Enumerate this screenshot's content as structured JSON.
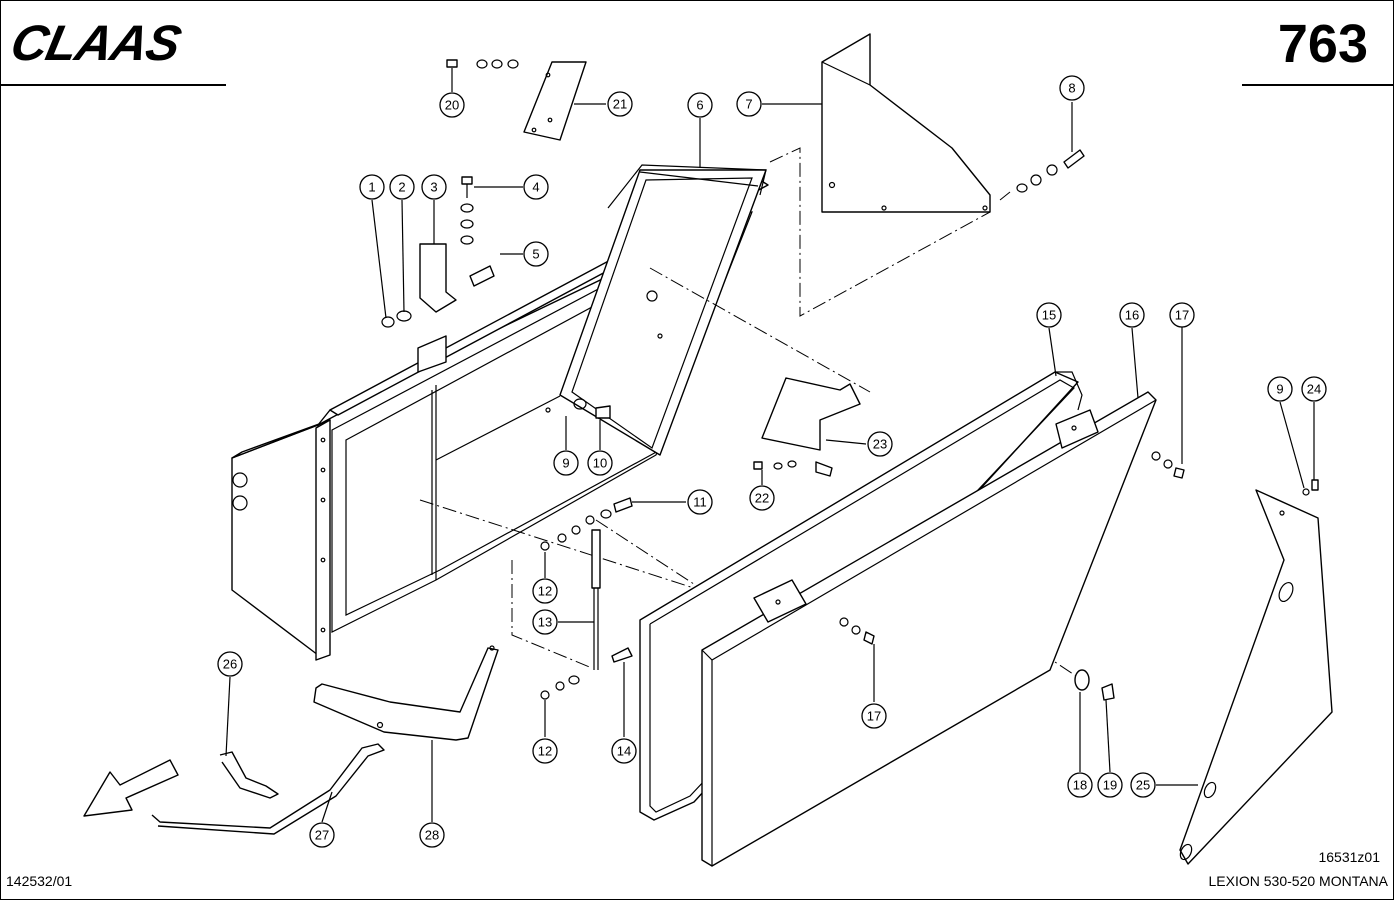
{
  "header": {
    "brand": "CLAAS",
    "page_number": "763"
  },
  "footer": {
    "drawing_number": "16531z01",
    "model": "LEXION 530-520 MONTANA",
    "document_number": "142532/01"
  },
  "callouts": [
    "1",
    "2",
    "3",
    "4",
    "5",
    "6",
    "7",
    "8",
    "9",
    "10",
    "11",
    "12",
    "13",
    "14",
    "15",
    "16",
    "17",
    "18",
    "19",
    "20",
    "21",
    "22",
    "23",
    "24",
    "25",
    "26",
    "27",
    "28"
  ],
  "direction_arrow": "front-direction-arrow"
}
